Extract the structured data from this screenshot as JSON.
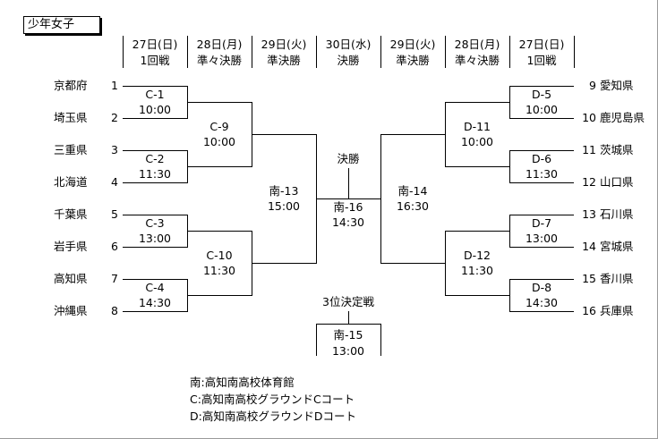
{
  "title": "少年女子",
  "rounds": [
    {
      "date": "27日(日)",
      "name": "1回戦"
    },
    {
      "date": "28日(月)",
      "name": "準々決勝"
    },
    {
      "date": "29日(火)",
      "name": "準決勝"
    },
    {
      "date": "30日(水)",
      "name": "決勝"
    },
    {
      "date": "29日(火)",
      "name": "準決勝"
    },
    {
      "date": "28日(月)",
      "name": "準々決勝"
    },
    {
      "date": "27日(日)",
      "name": "1回戦"
    }
  ],
  "left_teams": [
    {
      "seed": "1",
      "name": "京都府"
    },
    {
      "seed": "2",
      "name": "埼玉県"
    },
    {
      "seed": "3",
      "name": "三重県"
    },
    {
      "seed": "4",
      "name": "北海道"
    },
    {
      "seed": "5",
      "name": "千葉県"
    },
    {
      "seed": "6",
      "name": "岩手県"
    },
    {
      "seed": "7",
      "name": "高知県"
    },
    {
      "seed": "8",
      "name": "沖縄県"
    }
  ],
  "right_teams": [
    {
      "seed": "9",
      "name": "愛知県"
    },
    {
      "seed": "10",
      "name": "鹿児島県"
    },
    {
      "seed": "11",
      "name": "茨城県"
    },
    {
      "seed": "12",
      "name": "山口県"
    },
    {
      "seed": "13",
      "name": "石川県"
    },
    {
      "seed": "14",
      "name": "宮城県"
    },
    {
      "seed": "15",
      "name": "香川県"
    },
    {
      "seed": "16",
      "name": "兵庫県"
    }
  ],
  "matches": {
    "c1": {
      "id": "C-1",
      "time": "10:00"
    },
    "c2": {
      "id": "C-2",
      "time": "11:30"
    },
    "c3": {
      "id": "C-3",
      "time": "13:00"
    },
    "c4": {
      "id": "C-4",
      "time": "14:30"
    },
    "c9": {
      "id": "C-9",
      "time": "10:00"
    },
    "c10": {
      "id": "C-10",
      "time": "11:30"
    },
    "s13": {
      "id": "南-13",
      "time": "15:00"
    },
    "d5": {
      "id": "D-5",
      "time": "10:00"
    },
    "d6": {
      "id": "D-6",
      "time": "11:30"
    },
    "d7": {
      "id": "D-7",
      "time": "13:00"
    },
    "d8": {
      "id": "D-8",
      "time": "14:30"
    },
    "d11": {
      "id": "D-11",
      "time": "10:00"
    },
    "d12": {
      "id": "D-12",
      "time": "11:30"
    },
    "s14": {
      "id": "南-14",
      "time": "16:30"
    },
    "final": {
      "label": "決勝",
      "id": "南-16",
      "time": "14:30"
    },
    "third": {
      "label": "3位決定戦",
      "id": "南-15",
      "time": "13:00"
    }
  },
  "legend": [
    "南:高知南高校体育館",
    "C:高知南高校グラウンドCコート",
    "D:高知南高校グラウンドDコート"
  ]
}
